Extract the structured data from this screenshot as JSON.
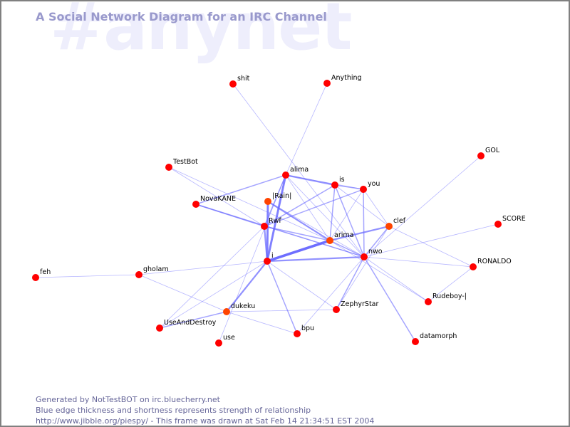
{
  "watermark": "#anynet",
  "title": "A Social Network Diagram for an IRC Channel",
  "footer": {
    "line1": "Generated by NotTestBOT on irc.bluecherry.net",
    "line2": "Blue edge thickness and shortness represents strength of relationship",
    "line3": "http://www.jibble.org/piespy/ - This frame was drawn at Sat Feb 14 21:34:51 EST 2004"
  },
  "colors": {
    "node": "#ff0000",
    "node_active": "#ff4400",
    "edge": "#6666ff",
    "title": "#9999cc",
    "footer": "#666699",
    "watermark": "#eeeefc"
  },
  "chart_data": {
    "type": "network",
    "title": "A Social Network Diagram for an IRC Channel",
    "channel": "#anynet",
    "nodes": [
      {
        "id": "shit",
        "label": "shit",
        "active": false
      },
      {
        "id": "Anything",
        "label": "Anything",
        "active": false
      },
      {
        "id": "GOL",
        "label": "GOL",
        "active": false
      },
      {
        "id": "TestBot",
        "label": "TestBot",
        "active": false
      },
      {
        "id": "alima",
        "label": "alima",
        "active": false
      },
      {
        "id": "is",
        "label": "is",
        "active": false
      },
      {
        "id": "you",
        "label": "you",
        "active": false
      },
      {
        "id": "Rain",
        "label": "|Rain|",
        "active": true
      },
      {
        "id": "NovaKANE",
        "label": "NovaKANE",
        "active": false
      },
      {
        "id": "Rwf",
        "label": "Rwf",
        "active": false
      },
      {
        "id": "clef",
        "label": "clef",
        "active": true
      },
      {
        "id": "SCORE",
        "label": "SCORE",
        "active": false
      },
      {
        "id": "arima",
        "label": "arima",
        "active": true
      },
      {
        "id": "i",
        "label": "i",
        "active": false
      },
      {
        "id": "nwo",
        "label": "nwo",
        "active": false
      },
      {
        "id": "RONALDO",
        "label": "RONALDO",
        "active": false
      },
      {
        "id": "feh",
        "label": "feh",
        "active": false
      },
      {
        "id": "gholam",
        "label": "gholam",
        "active": false
      },
      {
        "id": "Rudeboy",
        "label": "Rudeboy-|",
        "active": false
      },
      {
        "id": "dukeku",
        "label": "dukeku",
        "active": true
      },
      {
        "id": "ZephyrStar",
        "label": "ZephyrStar",
        "active": false
      },
      {
        "id": "UseAndDestroy",
        "label": "UseAndDestroy",
        "active": false
      },
      {
        "id": "bpu",
        "label": "bpu",
        "active": false
      },
      {
        "id": "use",
        "label": "use",
        "active": false
      },
      {
        "id": "datamorph",
        "label": "datamorph",
        "active": false
      }
    ],
    "edges": [
      {
        "source": "shit",
        "target": "nwo",
        "strength": 1
      },
      {
        "source": "Anything",
        "target": "alima",
        "strength": 1
      },
      {
        "source": "GOL",
        "target": "nwo",
        "strength": 1
      },
      {
        "source": "TestBot",
        "target": "arima",
        "strength": 1
      },
      {
        "source": "TestBot",
        "target": "Rwf",
        "strength": 1
      },
      {
        "source": "alima",
        "target": "i",
        "strength": 4
      },
      {
        "source": "alima",
        "target": "is",
        "strength": 3
      },
      {
        "source": "alima",
        "target": "NovaKANE",
        "strength": 2
      },
      {
        "source": "alima",
        "target": "Rwf",
        "strength": 2
      },
      {
        "source": "alima",
        "target": "nwo",
        "strength": 1
      },
      {
        "source": "alima",
        "target": "arima",
        "strength": 1
      },
      {
        "source": "alima",
        "target": "you",
        "strength": 1
      },
      {
        "source": "is",
        "target": "you",
        "strength": 2
      },
      {
        "source": "is",
        "target": "Rwf",
        "strength": 2
      },
      {
        "source": "is",
        "target": "arima",
        "strength": 2
      },
      {
        "source": "is",
        "target": "nwo",
        "strength": 2
      },
      {
        "source": "is",
        "target": "clef",
        "strength": 1
      },
      {
        "source": "you",
        "target": "Rwf",
        "strength": 2
      },
      {
        "source": "you",
        "target": "arima",
        "strength": 1
      },
      {
        "source": "you",
        "target": "nwo",
        "strength": 2
      },
      {
        "source": "you",
        "target": "clef",
        "strength": 1
      },
      {
        "source": "Rain",
        "target": "i",
        "strength": 4
      },
      {
        "source": "Rain",
        "target": "arima",
        "strength": 3
      },
      {
        "source": "Rain",
        "target": "nwo",
        "strength": 1
      },
      {
        "source": "NovaKANE",
        "target": "Rwf",
        "strength": 2
      },
      {
        "source": "NovaKANE",
        "target": "nwo",
        "strength": 2
      },
      {
        "source": "Rwf",
        "target": "i",
        "strength": 3
      },
      {
        "source": "Rwf",
        "target": "arima",
        "strength": 2
      },
      {
        "source": "Rwf",
        "target": "nwo",
        "strength": 1
      },
      {
        "source": "Rwf",
        "target": "UseAndDestroy",
        "strength": 1
      },
      {
        "source": "clef",
        "target": "arima",
        "strength": 3
      },
      {
        "source": "clef",
        "target": "nwo",
        "strength": 2
      },
      {
        "source": "clef",
        "target": "ZephyrStar",
        "strength": 1
      },
      {
        "source": "clef",
        "target": "RONALDO",
        "strength": 1
      },
      {
        "source": "SCORE",
        "target": "nwo",
        "strength": 1
      },
      {
        "source": "arima",
        "target": "i",
        "strength": 5
      },
      {
        "source": "arima",
        "target": "nwo",
        "strength": 2
      },
      {
        "source": "arima",
        "target": "Rudeboy",
        "strength": 1
      },
      {
        "source": "i",
        "target": "nwo",
        "strength": 3
      },
      {
        "source": "i",
        "target": "gholam",
        "strength": 1
      },
      {
        "source": "i",
        "target": "dukeku",
        "strength": 3
      },
      {
        "source": "i",
        "target": "bpu",
        "strength": 2
      },
      {
        "source": "i",
        "target": "ZephyrStar",
        "strength": 1
      },
      {
        "source": "i",
        "target": "UseAndDestroy",
        "strength": 1
      },
      {
        "source": "nwo",
        "target": "RONALDO",
        "strength": 1
      },
      {
        "source": "nwo",
        "target": "Rudeboy",
        "strength": 1
      },
      {
        "source": "nwo",
        "target": "datamorph",
        "strength": 2
      },
      {
        "source": "nwo",
        "target": "ZephyrStar",
        "strength": 2
      },
      {
        "source": "nwo",
        "target": "bpu",
        "strength": 1
      },
      {
        "source": "RONALDO",
        "target": "Rudeboy",
        "strength": 1
      },
      {
        "source": "feh",
        "target": "gholam",
        "strength": 1
      },
      {
        "source": "gholam",
        "target": "dukeku",
        "strength": 1
      },
      {
        "source": "dukeku",
        "target": "UseAndDestroy",
        "strength": 2
      },
      {
        "source": "dukeku",
        "target": "ZephyrStar",
        "strength": 1
      },
      {
        "source": "dukeku",
        "target": "bpu",
        "strength": 1
      },
      {
        "source": "use",
        "target": "alima",
        "strength": 1
      }
    ]
  }
}
